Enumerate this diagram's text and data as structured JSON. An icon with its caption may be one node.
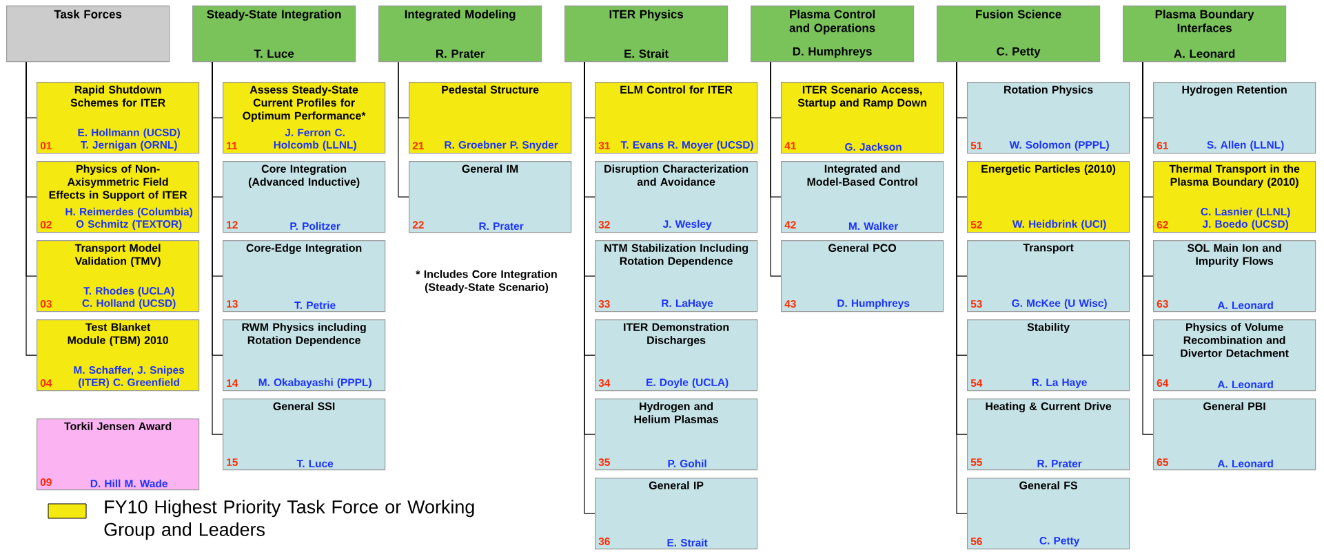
{
  "diagram": {
    "nodes": [
      {
        "text": [
          "Task Forces"
        ]
      },
      {
        "text": [
          "Rapid Shutdown Schemes for ITER",
          "01",
          "E. Hollmann (UCSD) T. Jernigan (ORNL)"
        ]
      },
      {
        "text": [
          "Physics of Non-Axisymmetric Field Effects in Support of ITER",
          "02",
          "H. Reimerdes (Columbia) O Schmitz (TEXTOR)"
        ]
      },
      {
        "text": [
          "Transport Model Validation (TMV)",
          "03",
          "T. Rhodes (UCLA) C. Holland (UCSD)"
        ]
      },
      {
        "text": [
          "Test Blanket Module (TBM) 2010",
          "04",
          "M. Schaffer, J. Snipes (ITER) C. Greenfield"
        ]
      },
      {
        "text": [
          "Torkil Jensen Award",
          "09",
          "D. Hill M. Wade"
        ]
      },
      {
        "text": [
          "Steady-State Integration",
          "T. Luce"
        ]
      },
      {
        "text": [
          "Assess Steady-State Current Profiles for Optimum Performance*",
          "11",
          "J. Ferron C. Holcomb (LLNL)"
        ]
      },
      {
        "text": [
          "Core Integration (Advanced Inductive)",
          "12",
          "P. Politzer"
        ]
      },
      {
        "text": [
          "Core-Edge Integration",
          "13",
          "T. Petrie"
        ]
      },
      {
        "text": [
          "RWM Physics including Rotation Dependence",
          "14",
          "M. Okabayashi (PPPL)"
        ]
      },
      {
        "text": [
          "General SSI",
          "15",
          "T. Luce"
        ]
      },
      {
        "text": [
          "Integrated Modeling",
          "R. Prater"
        ]
      },
      {
        "text": [
          "Pedestal Structure",
          "21",
          "R. Groebner P. Snyder"
        ]
      },
      {
        "text": [
          "General IM",
          "22",
          "R. Prater"
        ]
      },
      {
        "text": [
          "ITER Physics",
          "E. Strait"
        ]
      },
      {
        "text": [
          "ELM Control for ITER",
          "31",
          "T. Evans R. Moyer (UCSD)"
        ]
      },
      {
        "text": [
          "Disruption Characterization and Avoidance",
          "32",
          "J. Wesley"
        ]
      },
      {
        "text": [
          "NTM Stabilization Including Rotation Dependence",
          "33",
          "R. LaHaye"
        ]
      },
      {
        "text": [
          "ITER Demonstration Discharges",
          "34",
          "E. Doyle (UCLA)"
        ]
      },
      {
        "text": [
          "Hydrogen and Helium Plasmas",
          "35",
          "P. Gohil"
        ]
      },
      {
        "text": [
          "General IP",
          "36",
          "E. Strait"
        ]
      },
      {
        "text": [
          "Plasma Control and Operations",
          "D. Humphreys"
        ]
      },
      {
        "text": [
          "ITER Scenario Access, Startup and Ramp Down",
          "41",
          "G. Jackson"
        ]
      },
      {
        "text": [
          "Integrated and Model-Based Control",
          "42",
          "M. Walker"
        ]
      },
      {
        "text": [
          "General PCO",
          "43",
          "D. Humphreys"
        ]
      },
      {
        "text": [
          "Fusion Science",
          "C. Petty"
        ]
      },
      {
        "text": [
          "Rotation Physics",
          "51",
          "W. Solomon (PPPL)"
        ]
      },
      {
        "text": [
          "Energetic Particles (2010)",
          "52",
          "W. Heidbrink (UCI)"
        ]
      },
      {
        "text": [
          "Transport",
          "53",
          "G. McKee (U Wisc)"
        ]
      },
      {
        "text": [
          "Stability",
          "54",
          "R. La Haye"
        ]
      },
      {
        "text": [
          "Heating & Current Drive",
          "55",
          "R. Prater"
        ]
      },
      {
        "text": [
          "General FS",
          "56",
          "C. Petty"
        ]
      },
      {
        "text": [
          "Plasma Boundary Interfaces",
          "A. Leonard"
        ]
      },
      {
        "text": [
          "Hydrogen Retention",
          "61",
          "S. Allen (LLNL)"
        ]
      },
      {
        "text": [
          "Thermal Transport in the Plasma Boundary (2010)",
          "62",
          "C. Lasnier (LLNL) J. Boedo (UCSD)"
        ]
      },
      {
        "text": [
          "SOL Main Ion and Impurity Flows",
          "63",
          "A. Leonard"
        ]
      },
      {
        "text": [
          "Physics of Volume Recombination and Divertor Detachment",
          "64",
          "A. Leonard"
        ]
      },
      {
        "text": [
          "General PBI",
          "65",
          "A. Leonard"
        ]
      }
    ],
    "edges": [
      {
        "from": 0,
        "to": 1,
        "arrow": "none"
      },
      {
        "from": 0,
        "to": 2,
        "arrow": "none"
      },
      {
        "from": 0,
        "to": 3,
        "arrow": "none"
      },
      {
        "from": 0,
        "to": 4,
        "arrow": "none"
      },
      {
        "from": 6,
        "to": 7,
        "arrow": "none"
      },
      {
        "from": 6,
        "to": 8,
        "arrow": "none"
      },
      {
        "from": 6,
        "to": 9,
        "arrow": "none"
      },
      {
        "from": 6,
        "to": 10,
        "arrow": "none"
      },
      {
        "from": 6,
        "to": 11,
        "arrow": "none"
      },
      {
        "from": 12,
        "to": 13,
        "arrow": "none"
      },
      {
        "from": 12,
        "to": 14,
        "arrow": "none"
      },
      {
        "from": 15,
        "to": 16,
        "arrow": "none"
      },
      {
        "from": 15,
        "to": 17,
        "arrow": "none"
      },
      {
        "from": 15,
        "to": 18,
        "arrow": "none"
      },
      {
        "from": 15,
        "to": 19,
        "arrow": "none"
      },
      {
        "from": 15,
        "to": 20,
        "arrow": "none"
      },
      {
        "from": 15,
        "to": 21,
        "arrow": "none"
      },
      {
        "from": 22,
        "to": 23,
        "arrow": "none"
      },
      {
        "from": 22,
        "to": 24,
        "arrow": "none"
      },
      {
        "from": 22,
        "to": 25,
        "arrow": "none"
      },
      {
        "from": 26,
        "to": 27,
        "arrow": "none"
      },
      {
        "from": 26,
        "to": 28,
        "arrow": "none"
      },
      {
        "from": 26,
        "to": 29,
        "arrow": "none"
      },
      {
        "from": 26,
        "to": 30,
        "arrow": "none"
      },
      {
        "from": 26,
        "to": 31,
        "arrow": "none"
      },
      {
        "from": 26,
        "to": 32,
        "arrow": "none"
      },
      {
        "from": 33,
        "to": 34,
        "arrow": "none"
      },
      {
        "from": 33,
        "to": 35,
        "arrow": "none"
      },
      {
        "from": 33,
        "to": 36,
        "arrow": "none"
      },
      {
        "from": 33,
        "to": 37,
        "arrow": "none"
      },
      {
        "from": 33,
        "to": 38,
        "arrow": "none"
      }
    ],
    "labels": [
      "* Includes Core Integration (Steady-State Scenario)"
    ],
    "legend": [
      {
        "text": "FY10 Highest Priority Task Force or Working Group and Leaders",
        "color": "#f5e912"
      }
    ]
  }
}
